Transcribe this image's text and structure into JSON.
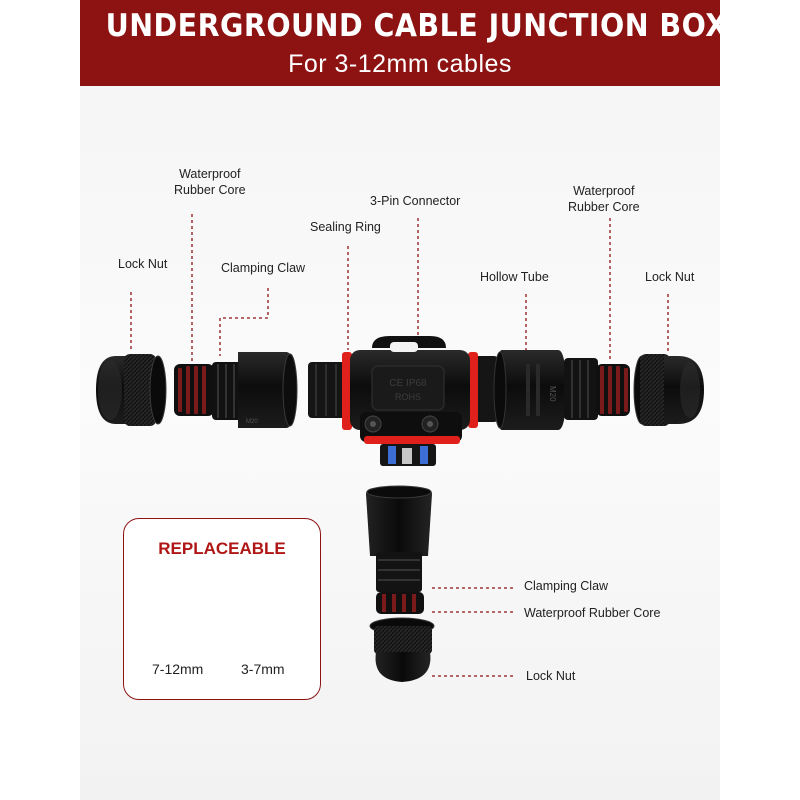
{
  "banner": {
    "title": "UNDERGROUND CABLE JUNCTION BOX",
    "subtitle": "For 3-12mm cables"
  },
  "labels": {
    "waterproof_core_left": "Waterproof\nRubber Core",
    "lock_nut_left": "Lock Nut",
    "clamping_claw_top": "Clamping Claw",
    "sealing_ring": "Sealing Ring",
    "pin_connector": "3-Pin Connector",
    "waterproof_core_right": "Waterproof\nRubber Core",
    "hollow_tube": "Hollow Tube",
    "lock_nut_right": "Lock Nut",
    "clamping_claw_bottom": "Clamping Claw",
    "waterproof_core_bottom": "Waterproof Rubber Core",
    "lock_nut_bottom": "Lock Nut"
  },
  "body_markings": {
    "front": "CE IP68",
    "sub": "ROHS",
    "tube": "M20"
  },
  "replaceable": {
    "heading": "REPLACEABLE",
    "large_size": "7-12mm",
    "small_size": "3-7mm"
  },
  "colors": {
    "banner": "#8d1313",
    "accent_red": "#e0201a",
    "leader_line": "#8d1313",
    "part_black": "#141414"
  }
}
